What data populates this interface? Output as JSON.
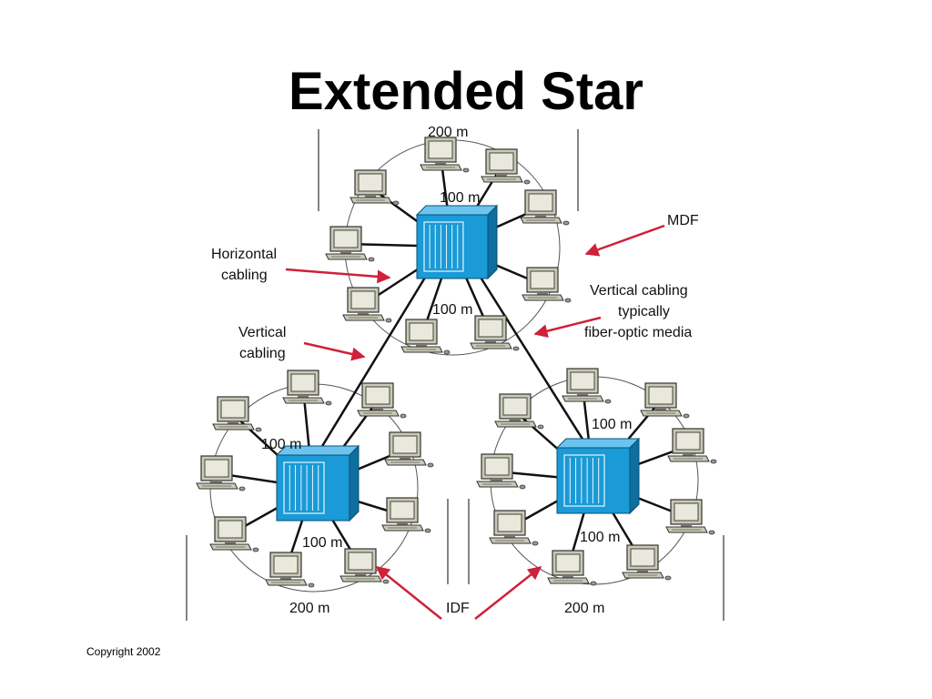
{
  "title": "Extended Star",
  "labels": {
    "top_200": "200 m",
    "top_100_upper": "100 m",
    "top_100_lower": "100 m",
    "horizontal_cabling": [
      "Horizontal",
      "cabling"
    ],
    "vertical_cabling": [
      "Vertical",
      "cabling"
    ],
    "mdf": "MDF",
    "vertical_fiber": [
      "Vertical cabling",
      "typically",
      "fiber-optic media"
    ],
    "left_100_upper": "100 m",
    "left_100_lower": "100 m",
    "left_200": "200 m",
    "right_100_upper": "100 m",
    "right_100_lower": "100 m",
    "right_200": "200 m",
    "idf": "IDF"
  },
  "copyright": "Copyright 2002",
  "colors": {
    "hub": "#1a9ad6",
    "hub_dark": "#0d6fa0",
    "arrow": "#d0203a",
    "computer": "#c9c9b4"
  }
}
